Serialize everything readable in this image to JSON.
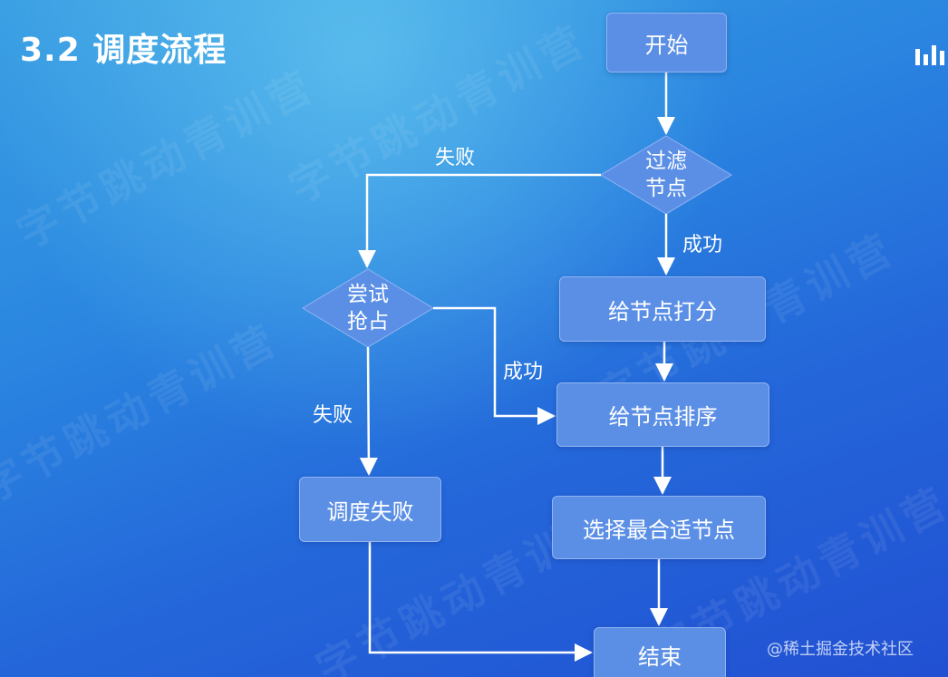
{
  "slide": {
    "title": "3.2 调度流程"
  },
  "watermark": {
    "text": "字节跳动青训营"
  },
  "credit": "@稀土掘金技术社区",
  "flowchart": {
    "nodes": {
      "start": "开始",
      "filter_line1": "过滤",
      "filter_line2": "节点",
      "score": "给节点打分",
      "sort": "给节点排序",
      "select": "选择最合适节点",
      "end": "结束",
      "preempt_line1": "尝试",
      "preempt_line2": "抢占",
      "fail": "调度失败"
    },
    "edges": {
      "filter_fail": "失败",
      "filter_success": "成功",
      "preempt_success": "成功",
      "preempt_fail": "失败"
    }
  },
  "colors": {
    "node_fill": "#5b8fe6",
    "connector": "#ffffff",
    "background": "#2a86e0"
  }
}
